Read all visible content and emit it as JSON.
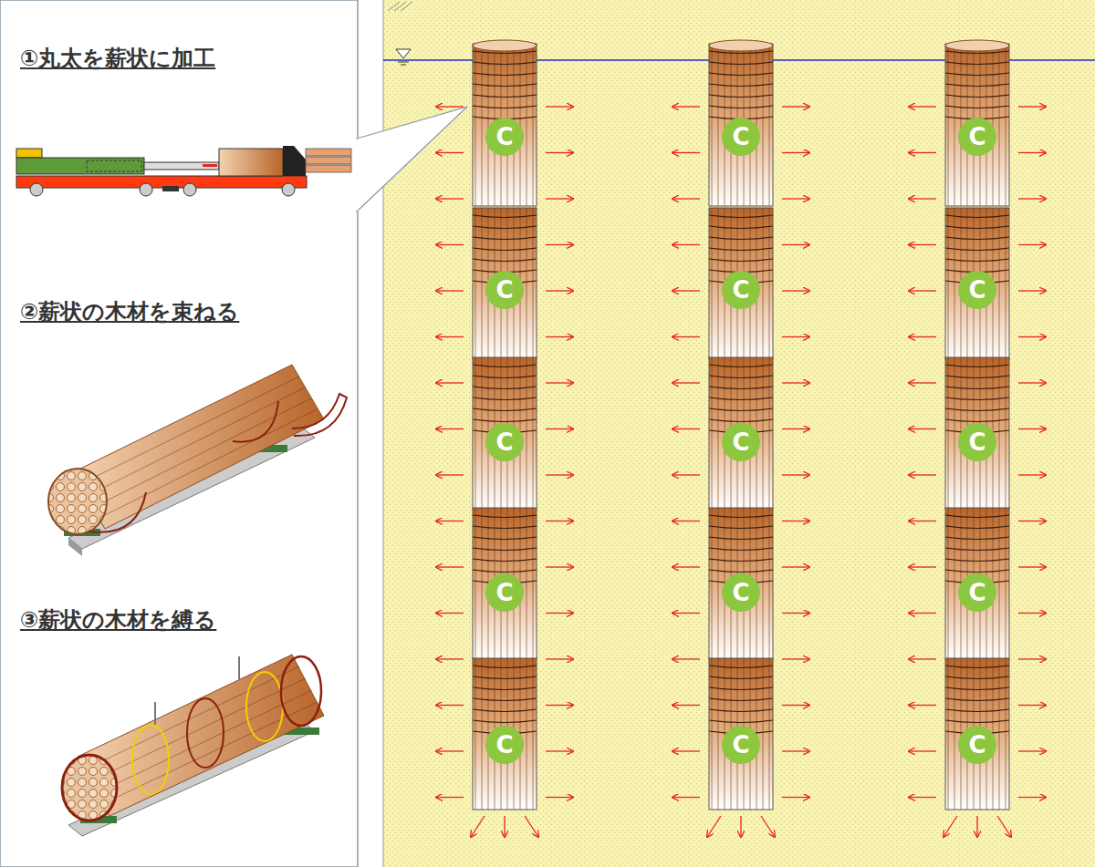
{
  "diagram": {
    "nodes": [
      {
        "text": [
          "C"
        ]
      },
      {
        "text": [
          "C"
        ]
      },
      {
        "text": [
          "C"
        ]
      },
      {
        "text": [
          "C"
        ]
      },
      {
        "text": [
          "C"
        ]
      },
      {
        "text": [
          "C"
        ]
      },
      {
        "text": [
          "C"
        ]
      },
      {
        "text": [
          "C"
        ]
      },
      {
        "text": [
          "C"
        ]
      },
      {
        "text": [
          "C"
        ]
      },
      {
        "text": [
          "C"
        ]
      },
      {
        "text": [
          "C"
        ]
      },
      {
        "text": [
          "C"
        ]
      },
      {
        "text": [
          "C"
        ]
      },
      {
        "text": [
          "C"
        ]
      }
    ],
    "labels": [
      "①丸太を薪状に加工",
      "②薪状の木材を束ねる",
      "③薪状の木材を縛る"
    ]
  }
}
